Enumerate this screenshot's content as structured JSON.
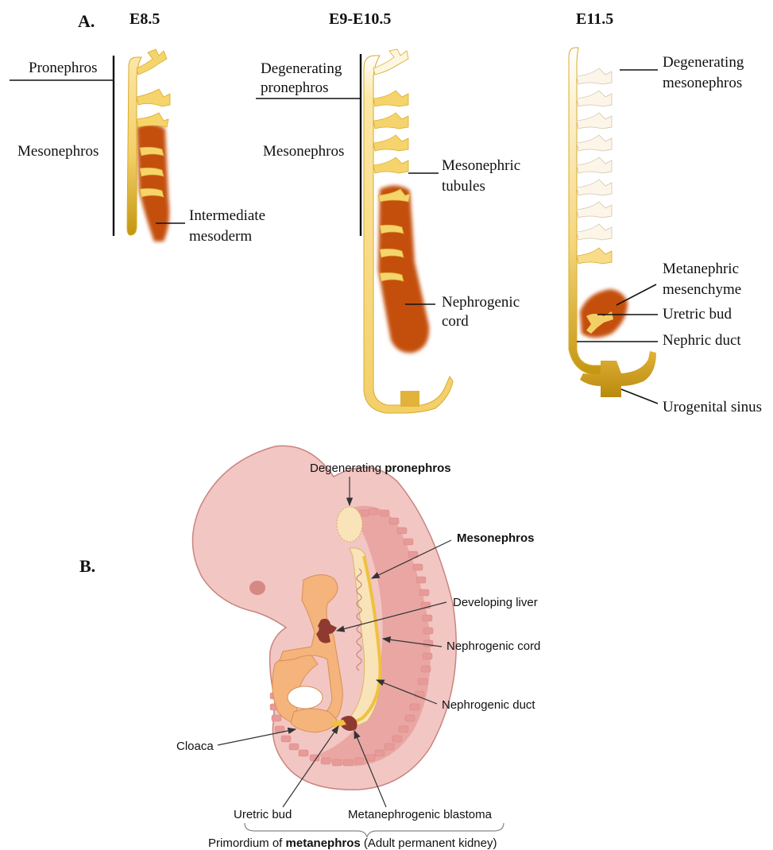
{
  "panel_a": {
    "label": "A.",
    "stages": [
      "E8.5",
      "E9-E10.5",
      "E11.5"
    ],
    "stage1": {
      "pronephros": "Pronephros",
      "mesonephros": "Mesonephros",
      "intermediate_1": "Intermediate",
      "intermediate_2": "mesoderm"
    },
    "stage2": {
      "degenerating_1": "Degenerating",
      "degenerating_2": "pronephros",
      "mesonephros": "Mesonephros",
      "tubules_1": "Mesonephric",
      "tubules_2": "tubules",
      "cord_1": "Nephrogenic",
      "cord_2": "cord"
    },
    "stage3": {
      "degenerating_1": "Degenerating",
      "degenerating_2": "mesonephros",
      "metanephric_1": "Metanephric",
      "metanephric_2": "mesenchyme",
      "uretric_bud": "Uretric bud",
      "nephric_duct": "Nephric duct",
      "urogenital_sinus": "Urogenital sinus"
    }
  },
  "panel_b": {
    "label": "B.",
    "degenerating_prefix": "Degenerating ",
    "degenerating_bold": "pronephros",
    "mesonephros": "Mesonephros",
    "liver": "Developing liver",
    "cord": "Nephrogenic cord",
    "duct": "Nephrogenic duct",
    "cloaca": "Cloaca",
    "uretric_bud": "Uretric bud",
    "blastoma": "Metanephrogenic blastoma",
    "primordium_prefix": "Primordium of ",
    "primordium_bold": "metanephros",
    "primordium_suffix": " (Adult permanent kidney)"
  },
  "colors": {
    "duct_light": "#f8dc8a",
    "duct_dark": "#c89a14",
    "mesoderm": "#c4500c",
    "embryo_outer": "#f2c6c3",
    "embryo_inner": "#e9a6a3",
    "gut": "#f4b47c",
    "liver": "#8e3a30"
  }
}
